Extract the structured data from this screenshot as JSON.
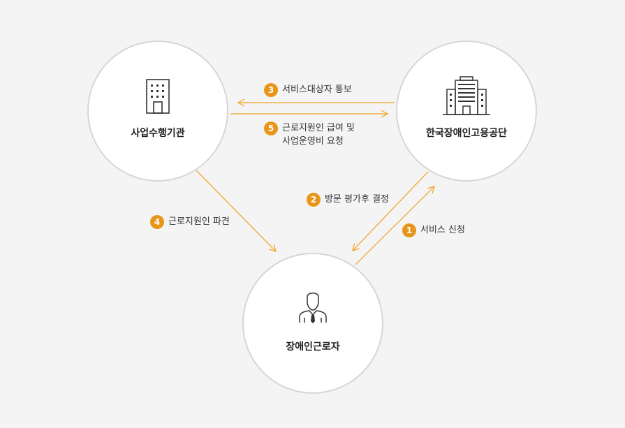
{
  "colors": {
    "accent": "#f0a021",
    "badge": "#e8961a",
    "background": "#f4f4f4"
  },
  "nodes": {
    "agency": {
      "label": "사업수행기관",
      "icon": "office-building-icon"
    },
    "kead": {
      "label": "한국장애인고용공단",
      "icon": "headquarters-building-icon"
    },
    "worker": {
      "label": "장애인근로자",
      "icon": "person-with-tie-icon"
    }
  },
  "steps": {
    "s1": {
      "number": "1",
      "text": "서비스 신청"
    },
    "s2": {
      "number": "2",
      "text": "방문 평가후 결정"
    },
    "s3": {
      "number": "3",
      "text": "서비스대상자 통보"
    },
    "s4": {
      "number": "4",
      "text": "근로지원인 파견"
    },
    "s5": {
      "number": "5",
      "line1": "근로지원인 급여 및",
      "line2": "사업운영비 요청"
    }
  }
}
